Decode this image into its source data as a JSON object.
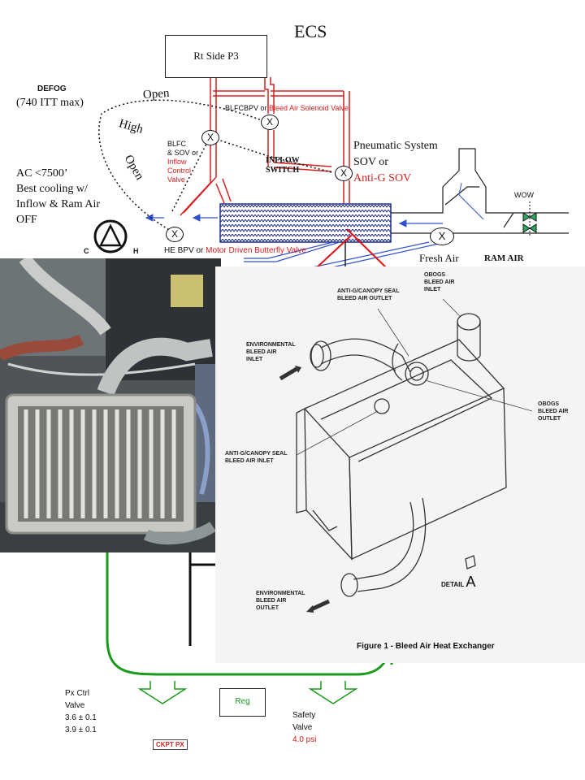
{
  "title": "ECS",
  "rt_side": "Rt Side P3",
  "defog": "DEFOG",
  "itt_max": "(740 ITT max)",
  "open_top": "Open",
  "high": "High",
  "open_left": "Open",
  "ac_lines": [
    "AC <7500’",
    "Best cooling  w/",
    "Inflow & Ram Air",
    "OFF"
  ],
  "c_label": "C",
  "h_label": "H",
  "blfcbpv": "BLFCBPV  or",
  "bleed_sol": "Bleed Air Solenoid Valve",
  "blfc_lines": [
    "BLFC",
    "& SOV or"
  ],
  "inflow_ctrl": [
    "Inflow",
    "Control",
    "Valve"
  ],
  "inflow_switch": [
    "INFLOW",
    "SWITCH"
  ],
  "pneumatic": [
    "Pneumatic System",
    "SOV or"
  ],
  "antig_sov": "Anti-G SOV",
  "wow": "WOW",
  "valve_x": "X",
  "he_bpv": "HE BPV or",
  "motor_bfv": "Motor Driven Butterfly Valve",
  "fresh_air": "Fresh Air",
  "ram_air": "RAM  AIR",
  "figure": {
    "obogs_inlet": [
      "OBOGS",
      "BLEED AIR",
      "INLET"
    ],
    "antig_outlet": [
      "ANTI-G/CANOPY SEAL",
      "BLEED AIR OUTLET"
    ],
    "env_inlet": [
      "ENVIRONMENTAL",
      "BLEED AIR",
      "INLET"
    ],
    "obogs_outlet": [
      "OBOGS",
      "BLEED AIR",
      "OUTLET"
    ],
    "antig_inlet": [
      "ANTI-G/CANOPY SEAL",
      "BLEED AIR INLET"
    ],
    "env_outlet": [
      "ENVIRONMENTAL",
      "BLEED AIR",
      "OUTLET"
    ],
    "detail": "DETAIL",
    "detail_letter": "A",
    "caption": "Figure 1 - Bleed Air Heat Exchanger"
  },
  "px_ctrl": [
    "Px Ctrl",
    "Valve",
    "3.6 ± 0.1",
    "3.9 ± 0.1"
  ],
  "reg": "Reg",
  "safety": [
    "Safety",
    "Valve"
  ],
  "safety_psi": "4.0 psi",
  "ckpt_px": "CKPT PX",
  "colors": {
    "red": "#d42020",
    "blue": "#3050d0",
    "green": "#1a9a1a",
    "wow_valve": "#2aa860"
  }
}
